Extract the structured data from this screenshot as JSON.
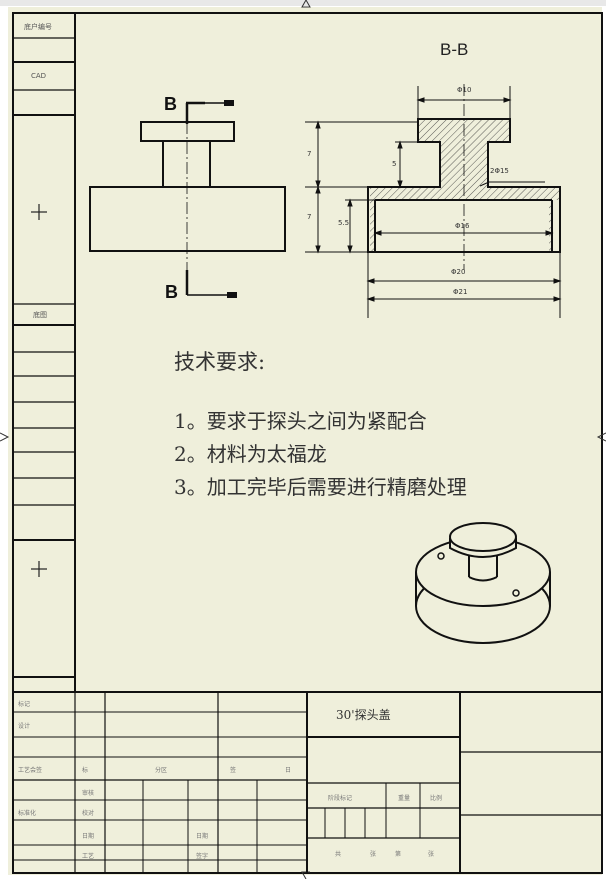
{
  "section_title": "B-B",
  "section_marker_top": "B",
  "section_marker_bottom": "B",
  "technical_requirements": {
    "heading": "技术要求:",
    "items": [
      "1。要求于探头之间为紧配合",
      "2。材料为太福龙",
      "3。加工完毕后需要进行精磨处理"
    ]
  },
  "dimensions": {
    "top_diameter": "Φ10",
    "neck_diameter": "2Φ15",
    "bore_diameter": "Φ16",
    "body_diameter_tol": "Φ20",
    "outer_diameter": "Φ21",
    "height_total": "7",
    "height_upper": "7",
    "height_neck": "5",
    "height_body": "5.5"
  },
  "title_block": {
    "part_name": "30'探头盖"
  },
  "left_strip": {
    "label_top": "底户编号",
    "label_cad": "CAD",
    "label_mid": "底图"
  },
  "crosshair_glyph": "+"
}
